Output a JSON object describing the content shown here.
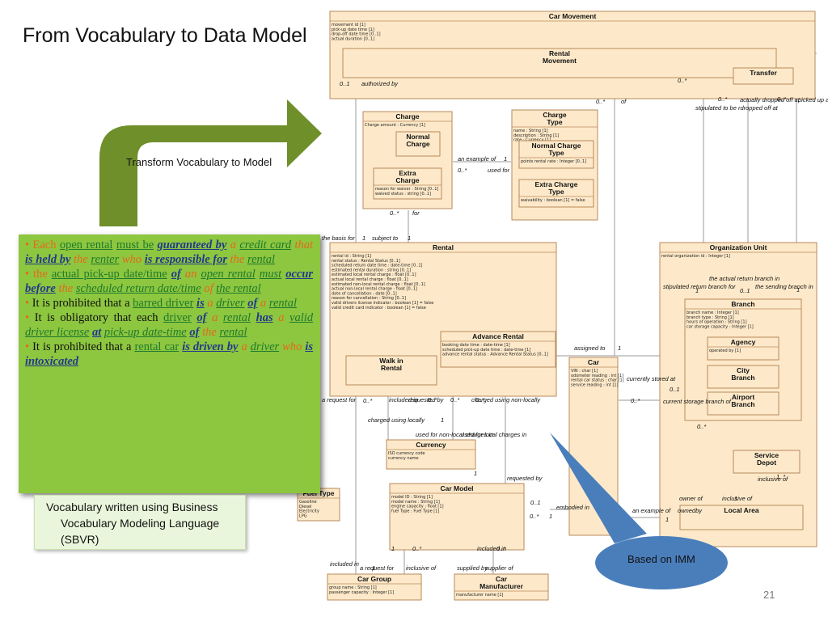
{
  "slide": {
    "title": "From Vocabulary to Data Model",
    "arrow_label": "Transform Vocabulary to Model",
    "caption_lines": [
      "Vocabulary written using Business",
      "Vocabulary Modeling Language",
      "(SBVR)"
    ],
    "callout": "Based on IMM",
    "page_number": "21"
  },
  "rules": [
    [
      [
        "o",
        "• Each "
      ],
      [
        "g",
        "open rental"
      ],
      [
        "o",
        " "
      ],
      [
        "g",
        "must be"
      ],
      [
        "o",
        " "
      ],
      [
        "b",
        "guaranteed by"
      ],
      [
        "o",
        " "
      ],
      [
        "oi",
        "a"
      ],
      [
        "o",
        " "
      ],
      [
        "gi",
        "credit card"
      ],
      [
        "o",
        " "
      ],
      [
        "oi",
        "that"
      ],
      [
        "o",
        " "
      ],
      [
        "b",
        "is held by"
      ],
      [
        "o",
        " "
      ],
      [
        "oi",
        "the"
      ],
      [
        "o",
        " "
      ],
      [
        "gi",
        "renter"
      ],
      [
        "o",
        " "
      ],
      [
        "oi",
        "who"
      ],
      [
        "o",
        " "
      ],
      [
        "b",
        "is responsible for"
      ],
      [
        "o",
        " "
      ],
      [
        "oi",
        "the"
      ],
      [
        "o",
        " "
      ],
      [
        "gi",
        "rental"
      ]
    ],
    [
      [
        "o",
        "• the "
      ],
      [
        "g",
        "actual pick-up date/time"
      ],
      [
        "o",
        " "
      ],
      [
        "b",
        "of"
      ],
      [
        "o",
        " "
      ],
      [
        "oi",
        "an"
      ],
      [
        "o",
        " "
      ],
      [
        "gi",
        "open rental"
      ],
      [
        "o",
        " "
      ],
      [
        "gi",
        "must"
      ],
      [
        "o",
        " "
      ],
      [
        "b",
        "occur before"
      ],
      [
        "o",
        " "
      ],
      [
        "oi",
        "the"
      ],
      [
        "o",
        " "
      ],
      [
        "gi",
        "scheduled return date/time"
      ],
      [
        "o",
        " "
      ],
      [
        "oi",
        "of"
      ],
      [
        "o",
        " "
      ],
      [
        "gi",
        "the rental"
      ]
    ],
    [
      [
        "o",
        "• "
      ],
      [
        "n",
        "It is prohibited that a "
      ],
      [
        "g",
        "barred driver"
      ],
      [
        "o",
        " "
      ],
      [
        "b",
        "is"
      ],
      [
        "o",
        " "
      ],
      [
        "oi",
        "a"
      ],
      [
        "o",
        " "
      ],
      [
        "gi",
        "driver"
      ],
      [
        "o",
        " "
      ],
      [
        "b",
        "of"
      ],
      [
        "o",
        " "
      ],
      [
        "oi",
        "a"
      ],
      [
        "o",
        " "
      ],
      [
        "gi",
        "rental"
      ]
    ],
    [
      [
        "o",
        "• "
      ],
      [
        "n",
        "It is obligatory that each "
      ],
      [
        "g",
        "driver"
      ],
      [
        "o",
        " "
      ],
      [
        "b",
        "of"
      ],
      [
        "o",
        " "
      ],
      [
        "oi",
        "a"
      ],
      [
        "o",
        " "
      ],
      [
        "gi",
        "rental"
      ],
      [
        "o",
        " "
      ],
      [
        "b",
        "has"
      ],
      [
        "o",
        " "
      ],
      [
        "oi",
        "a"
      ],
      [
        "o",
        " "
      ],
      [
        "gi",
        "valid driver license"
      ],
      [
        "o",
        " "
      ],
      [
        "b",
        "at"
      ],
      [
        "o",
        " "
      ],
      [
        "gi",
        "pick-up date-time"
      ],
      [
        "o",
        " "
      ],
      [
        "b",
        "of"
      ],
      [
        "o",
        " "
      ],
      [
        "oi",
        "the"
      ],
      [
        "o",
        " "
      ],
      [
        "gi",
        "rental"
      ]
    ],
    [
      [
        "o",
        "• "
      ],
      [
        "n",
        "It is prohibited that a "
      ],
      [
        "g",
        "rental car"
      ],
      [
        "o",
        " "
      ],
      [
        "b",
        "is driven by"
      ],
      [
        "o",
        " "
      ],
      [
        "oi",
        "a"
      ],
      [
        "o",
        " "
      ],
      [
        "gi",
        "driver"
      ],
      [
        "o",
        " "
      ],
      [
        "oi",
        "who"
      ],
      [
        "o",
        " "
      ],
      [
        "b",
        "is intoxicated"
      ]
    ]
  ],
  "diagram": {
    "classes": [
      {
        "id": "car-movement",
        "name": "Car Movement",
        "attrs": [
          "movement id [1]",
          "pick-up date time [1]",
          "drop-off date time [0..1]",
          "actual duration [0..1]"
        ]
      },
      {
        "id": "rental-movement",
        "name": "Rental Movement",
        "attrs": []
      },
      {
        "id": "transfer",
        "name": "Transfer",
        "attrs": []
      },
      {
        "id": "charge",
        "name": "Charge",
        "attrs": [
          "Charge amount : Currency [1]"
        ]
      },
      {
        "id": "normal-charge",
        "name": "Normal Charge",
        "attrs": []
      },
      {
        "id": "extra-charge",
        "name": "Extra Charge",
        "attrs": [
          "reason for waiver : String [0..1]",
          "waived status : string [0..1]"
        ]
      },
      {
        "id": "charge-type",
        "name": "Charge Type",
        "attrs": [
          "name : String [1]",
          "description : String [1]",
          "rate : Currency [1]"
        ]
      },
      {
        "id": "normal-charge-type",
        "name": "Normal Charge Type",
        "attrs": [
          "points rental rate : Integer [0..1]"
        ]
      },
      {
        "id": "extra-charge-type",
        "name": "Extra Charge Type",
        "attrs": [
          "waivability : boolean [1] = false"
        ]
      },
      {
        "id": "rental",
        "name": "Rental",
        "attrs": [
          "rental id : String [1]",
          "rental status : Rental Status [0..1]",
          "scheduled return date time : date-time [0..1]",
          "estimated rental duration : string [0..1]",
          "estimated local rental charge : float [0..1]",
          "actual local rental charge : float [0..1]",
          "estimated non-local rental charge : float [0..1]",
          "actual non-local rental charge : float [0..1]",
          "date of cancellation : date [0..1]",
          "reason for cancellation : String [0..1]",
          "valid drivers license indicator : boolean [1] = false",
          "valid credit card indicator : boolean [1] = false"
        ]
      },
      {
        "id": "advance-rental",
        "name": "Advance Rental",
        "attrs": [
          "booking date time : date-time [1]",
          "scheduled pick-up date time : date-time [1]",
          "advance rental status : Advance Rental Status [0..1]"
        ]
      },
      {
        "id": "walk-in-rental",
        "name": "Walk in Rental",
        "attrs": []
      },
      {
        "id": "currency",
        "name": "Currency",
        "attrs": [
          "ISO currency code",
          "currency name"
        ]
      },
      {
        "id": "fuel-type",
        "name": "Fuel Type",
        "attrs": [
          "Gasoline",
          "Diesel",
          "Electricity",
          "LPG"
        ]
      },
      {
        "id": "car-model",
        "name": "Car Model",
        "attrs": [
          "model ID : String [1]",
          "model name : String [1]",
          "engine capacity : float [1]",
          "fuel Type : Fuel Type [1]"
        ]
      },
      {
        "id": "car-group",
        "name": "Car Group",
        "attrs": [
          "group name : String [1]",
          "passenger capacity : Integer [1]"
        ]
      },
      {
        "id": "car-manufacturer",
        "name": "Car Manufacturer",
        "attrs": [
          "manufacturer name [1]"
        ]
      },
      {
        "id": "car",
        "name": "Car",
        "attrs": [
          "VIN : char [1]",
          "odometer reading : int [1]",
          "rental car status : char [1]",
          "service reading : int [1]"
        ]
      },
      {
        "id": "organization-unit",
        "name": "Organization Unit",
        "attrs": [
          "rental organization id : Integer [1]"
        ]
      },
      {
        "id": "branch",
        "name": "Branch",
        "attrs": [
          "branch name : Integer [1]",
          "branch type : String [1]",
          "hours of operation : String [1]",
          "car storage capacity : Integer [1]"
        ]
      },
      {
        "id": "agency",
        "name": "Agency",
        "attrs": [
          "operated by [1]"
        ]
      },
      {
        "id": "city-branch",
        "name": "City Branch",
        "attrs": []
      },
      {
        "id": "airport-branch",
        "name": "Airport Branch",
        "attrs": []
      },
      {
        "id": "service-depot",
        "name": "Service Depot",
        "attrs": []
      },
      {
        "id": "local-area",
        "name": "Local Area",
        "attrs": []
      }
    ],
    "labels": [
      "0..1",
      "authorized by",
      "0..*",
      "0..*",
      "of",
      "0..*",
      "actually dropped off at",
      "0..*",
      "picked up at",
      "stipulated to be rdropped off at",
      "an example of",
      "1",
      "0..*",
      "used for",
      "0..*",
      "for",
      "the basis for",
      "1",
      "subject to",
      "1",
      "stipulated return branch for",
      "1",
      "the actual return branch in",
      "0..1",
      "the sending branch in",
      "1",
      "assigned to",
      "1",
      "currently stored at",
      "0..1",
      "0..*",
      "current storage branch of",
      "0..*",
      "a request for",
      "0..*",
      "included in",
      "requested by",
      "0..*",
      "0..*",
      "charged using non-locally",
      "0..*",
      "charged using locally",
      "used for non-local charges in",
      "1",
      "used for local charges in",
      "1",
      "requested by",
      "0..1",
      "embodied in",
      "0..*",
      "1",
      "an example of",
      "ownedby",
      "1",
      "owner of",
      "inclusive of",
      "1",
      "inclusive of",
      "1..*",
      "included in",
      "a request for",
      "1",
      "inclusive of",
      "1",
      "0..*",
      "included in",
      "0..*",
      "supplied by",
      "supplier of",
      "1"
    ]
  }
}
